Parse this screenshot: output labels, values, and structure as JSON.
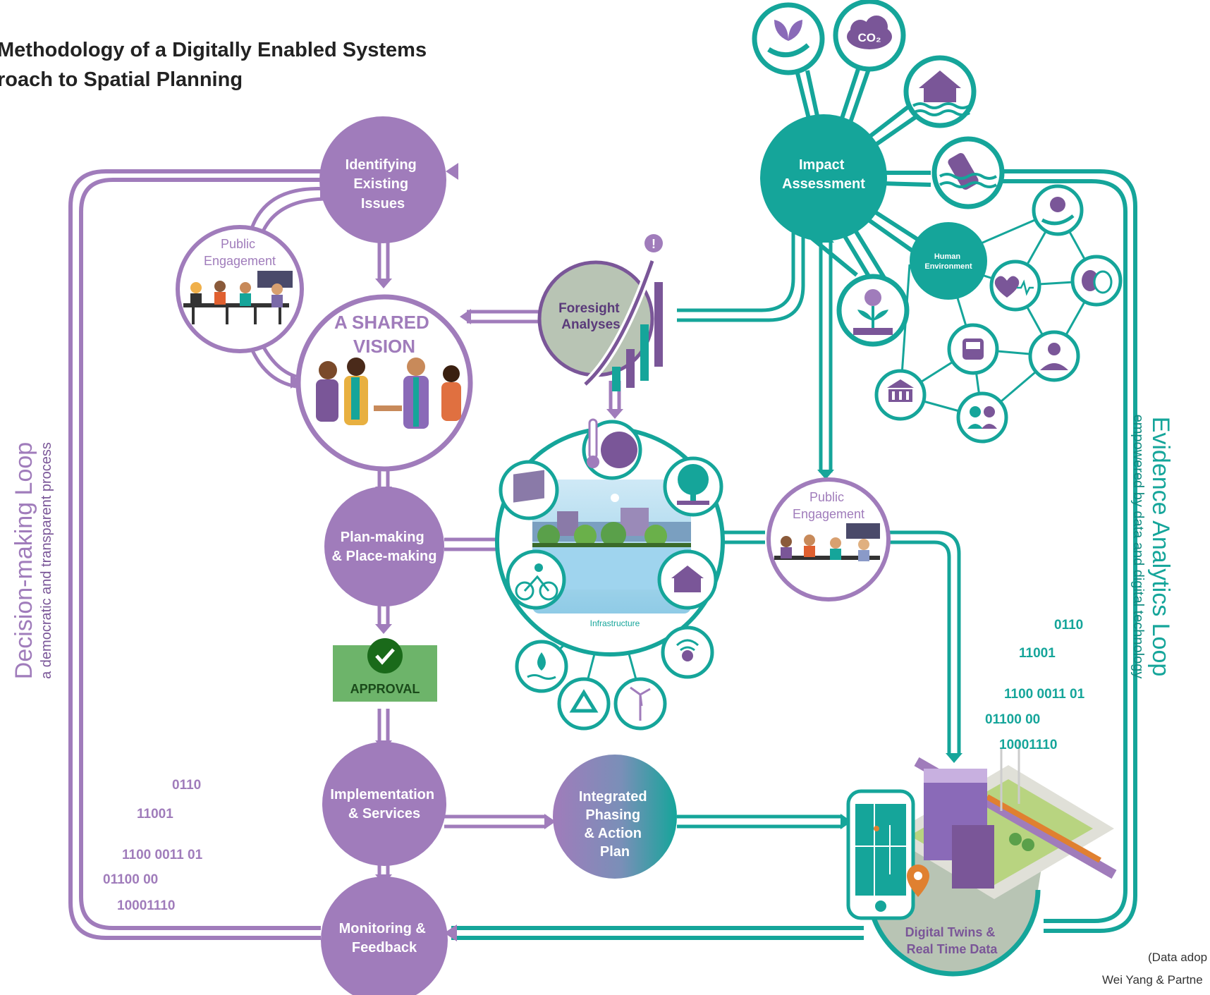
{
  "title": "Methodology of a Digitally Enabled Systems\nroach to Spatial Planning",
  "nodes": {
    "identifying": "Identifying\nExisting\nIssues",
    "shared_vision": "A SHARED\nVISION",
    "public_engagement_left": "Public\nEngagement",
    "foresight": "Foresight\nAnalyses",
    "plan_making": "Plan-making\n& Place-making",
    "approval": "APPROVAL",
    "implementation": "Implementation\n& Services",
    "integrated": "Integrated\nPhasing\n& Action\nPlan",
    "monitoring": "Monitoring &\nFeedback",
    "impact": "Impact\nAssessment",
    "human_environment": "Human\nEnvironment",
    "public_engagement_right": "Public\nEngagement",
    "infrastructure": "Infrastructure",
    "digital_twins": "Digital Twins &\nReal Time Data",
    "co2": "CO₂"
  },
  "loops": {
    "decision_title": "Decision-making Loop",
    "decision_subtitle": "a democratic and transparent process",
    "evidence_title": "Evidence Analytics Loop",
    "evidence_subtitle": "empowered by data and digital technology"
  },
  "binary_left": [
    "0110",
    "11001",
    "1100 0011 01",
    "01100 00",
    "10001110"
  ],
  "binary_right": [
    "0110",
    "11001",
    "1100 0011 01",
    "01100 00",
    "10001110"
  ],
  "credit": [
    "(Data adop",
    "Wei Yang & Partne"
  ],
  "colors": {
    "purple": "#a07cbb",
    "purple_dark": "#7a5698",
    "teal": "#15a59a",
    "teal_dark": "#0e8a80",
    "green_approval": "#6db46a",
    "sage": "#b8c4b4"
  },
  "icons": [
    "hand-plant-icon",
    "co2-cloud-icon",
    "flood-house-icon",
    "plastic-bottle-water-icon",
    "hand-pound-icon",
    "heart-rate-icon",
    "theatre-masks-icon",
    "relax-person-icon",
    "bus-icon",
    "museum-icon",
    "community-icon",
    "flower-plant-icon",
    "thermometer-globe-icon",
    "map-icon",
    "tree-icon",
    "cyclist-icon",
    "school-icon",
    "water-drop-icon",
    "recycle-icon",
    "wind-turbine-icon",
    "wifi-person-icon",
    "phone-map-icon",
    "location-pin-icon",
    "check-icon"
  ]
}
